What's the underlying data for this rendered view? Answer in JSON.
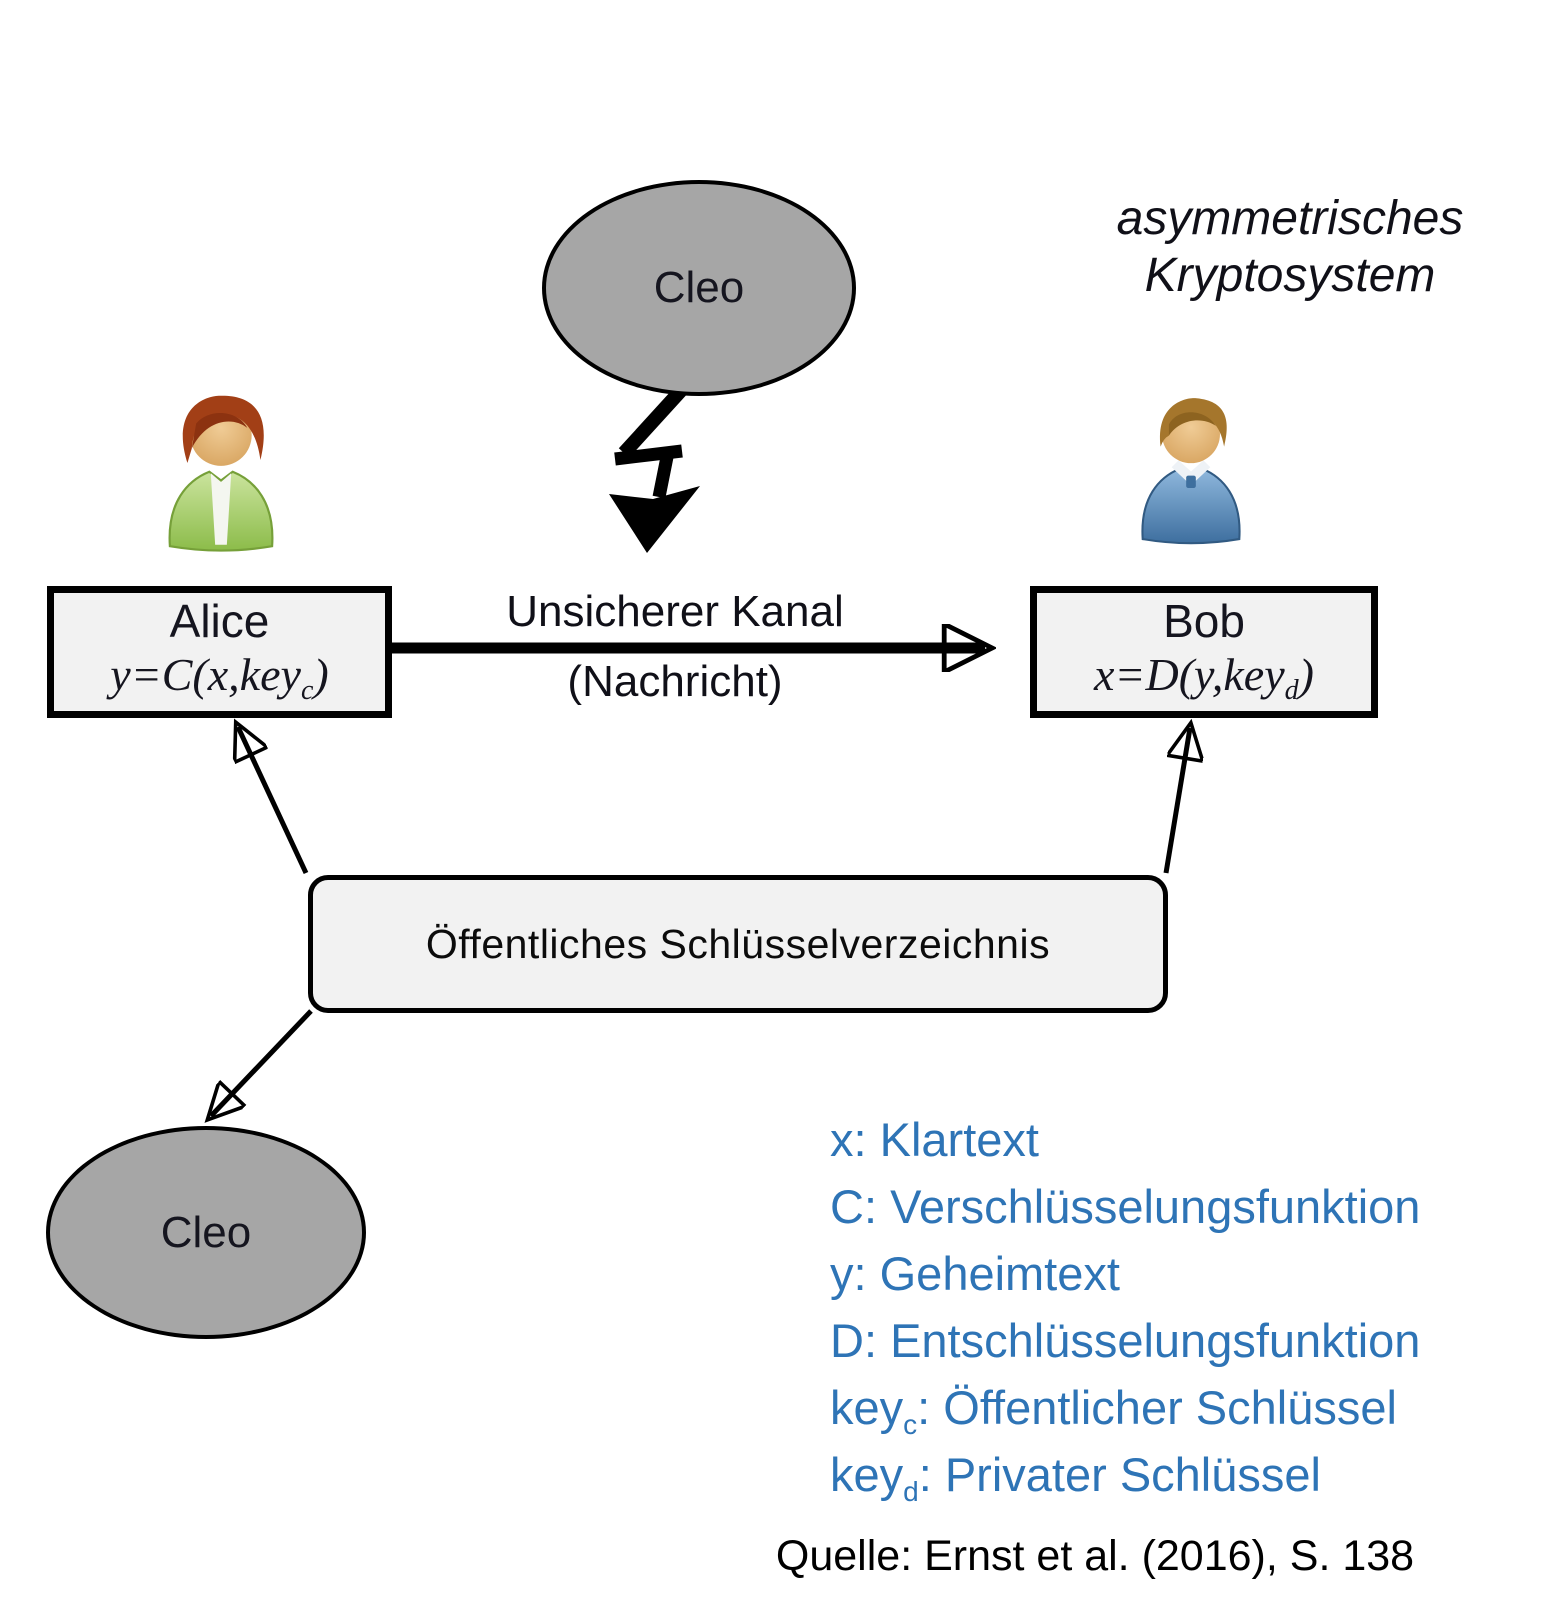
{
  "colors": {
    "legend-blue": "#2E74B6",
    "ellipse-fill": "#A6A6A6",
    "box-fill": "#F2F2F2",
    "line-black": "#000000"
  },
  "title": {
    "line1": "asymmetrisches",
    "line2": "Kryptosystem"
  },
  "eavesdropper_top": {
    "label": "Cleo"
  },
  "eavesdropper_bottom": {
    "label": "Cleo"
  },
  "alice": {
    "name": "Alice",
    "formula_pre": "y=C(x,key",
    "formula_sub": "c",
    "formula_post": ")"
  },
  "bob": {
    "name": "Bob",
    "formula_pre": "x=D(y,key",
    "formula_sub": "d",
    "formula_post": ")"
  },
  "channel": {
    "label_top": "Unsicherer Kanal",
    "label_bottom": "(Nachricht)"
  },
  "key_directory": {
    "label": "Öffentliches Schlüsselverzeichnis"
  },
  "legend": {
    "items": [
      {
        "symbol": "x",
        "sub": "",
        "label": ": Klartext"
      },
      {
        "symbol": "C",
        "sub": "",
        "label": ": Verschlüsselungsfunktion"
      },
      {
        "symbol": "y",
        "sub": "",
        "label": ": Geheimtext"
      },
      {
        "symbol": "D",
        "sub": "",
        "label": ": Entschlüsselungsfunktion"
      },
      {
        "symbol": "key",
        "sub": "c",
        "label": ": Öffentlicher Schlüssel"
      },
      {
        "symbol": "key",
        "sub": "d",
        "label": ": Privater Schlüssel"
      }
    ]
  },
  "source": {
    "text": "Quelle: Ernst et al. (2016), S. 138"
  }
}
